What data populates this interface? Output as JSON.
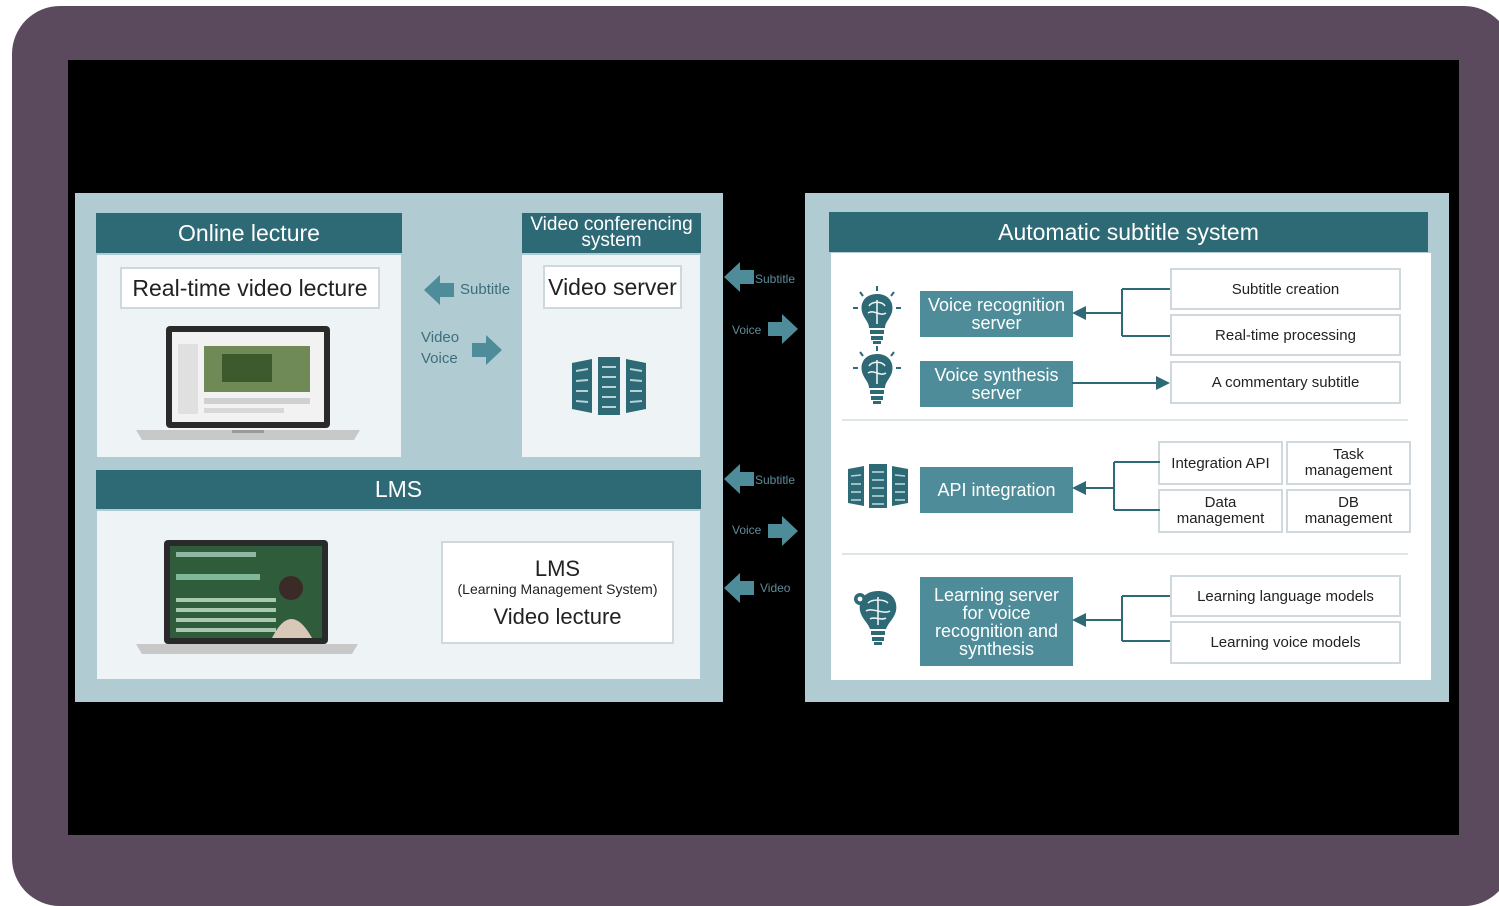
{
  "colors": {
    "frame": "#5b4a5e",
    "screen": "#000000",
    "panel": "#b1cbd3",
    "teal": "#2d6a76",
    "teal_light": "#4e8c9a"
  },
  "left": {
    "online_lecture": {
      "title": "Online lecture",
      "box": "Real-time video lecture"
    },
    "vcs": {
      "title": "Video conferencing system",
      "box": "Video server"
    },
    "mid_labels": {
      "subtitle": "Subtitle",
      "video": "Video",
      "voice": "Voice"
    },
    "lms": {
      "title": "LMS",
      "box_title": "LMS",
      "box_subtitle": "(Learning Management System)",
      "box_body": "Video lecture"
    }
  },
  "connectors": {
    "subtitle_1": "Subtitle",
    "voice_1": "Voice",
    "subtitle_2": "Subtitle",
    "voice_2": "Voice",
    "video": "Video"
  },
  "right": {
    "title": "Automatic subtitle system",
    "voice_recognition": "Voice recognition server",
    "voice_synthesis": "Voice synthesis server",
    "subtitle_creation": "Subtitle creation",
    "realtime": "Real-time processing",
    "commentary": "A commentary subtitle",
    "api_integration": "API integration",
    "integration_api": "Integration API",
    "task_mgmt": "Task management",
    "data_mgmt": "Data management",
    "db_mgmt": "DB management",
    "learning_server": "Learning server for voice recognition and synthesis",
    "learning_lang": "Learning language models",
    "learning_voice": "Learning voice models"
  },
  "icons": [
    "brain-bulb-icon",
    "server-icon",
    "brain-gear-icon",
    "arrow-left-icon",
    "arrow-right-icon",
    "laptop-icon"
  ]
}
